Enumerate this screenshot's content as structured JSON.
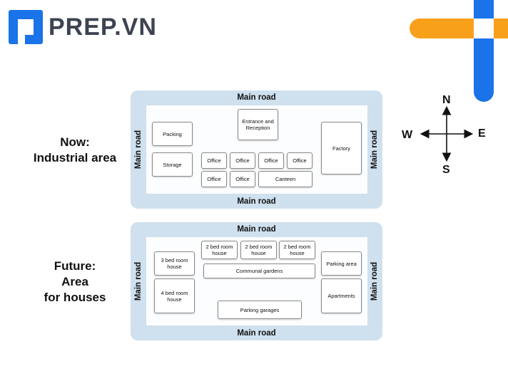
{
  "brand": {
    "logo_text": "PREP.VN",
    "primary_color": "#1a73e8",
    "accent_color": "#f9a01b"
  },
  "compass": {
    "n": "N",
    "s": "S",
    "w": "W",
    "e": "E"
  },
  "now": {
    "label_line1": "Now:",
    "label_line2": "Industrial area",
    "roads": {
      "top": "Main road",
      "bottom": "Main road",
      "left": "Main road",
      "right": "Main road"
    },
    "buildings": {
      "packing": "Packing",
      "storage": "Storage",
      "entrance": "Entrance and Reception",
      "office1": "Office",
      "office2": "Office",
      "office3": "Office",
      "office4": "Office",
      "office5": "Office",
      "office6": "Office",
      "canteen": "Canteen",
      "factory": "Factory"
    }
  },
  "future": {
    "label_line1": "Future:",
    "label_line2": "Area",
    "label_line3": "for houses",
    "roads": {
      "top": "Main road",
      "bottom": "Main road",
      "left": "Main road",
      "right": "Main road"
    },
    "buildings": {
      "house3bed": "3 bed room house",
      "house4bed": "4 bed room house",
      "house2bed_a": "2 bed room house",
      "house2bed_b": "2 bed room house",
      "house2bed_c": "2 bed room house",
      "gardens": "Communal gardens",
      "parking_garages": "Parking garages",
      "parking_area": "Parking area",
      "apartments": "Apartments"
    }
  }
}
